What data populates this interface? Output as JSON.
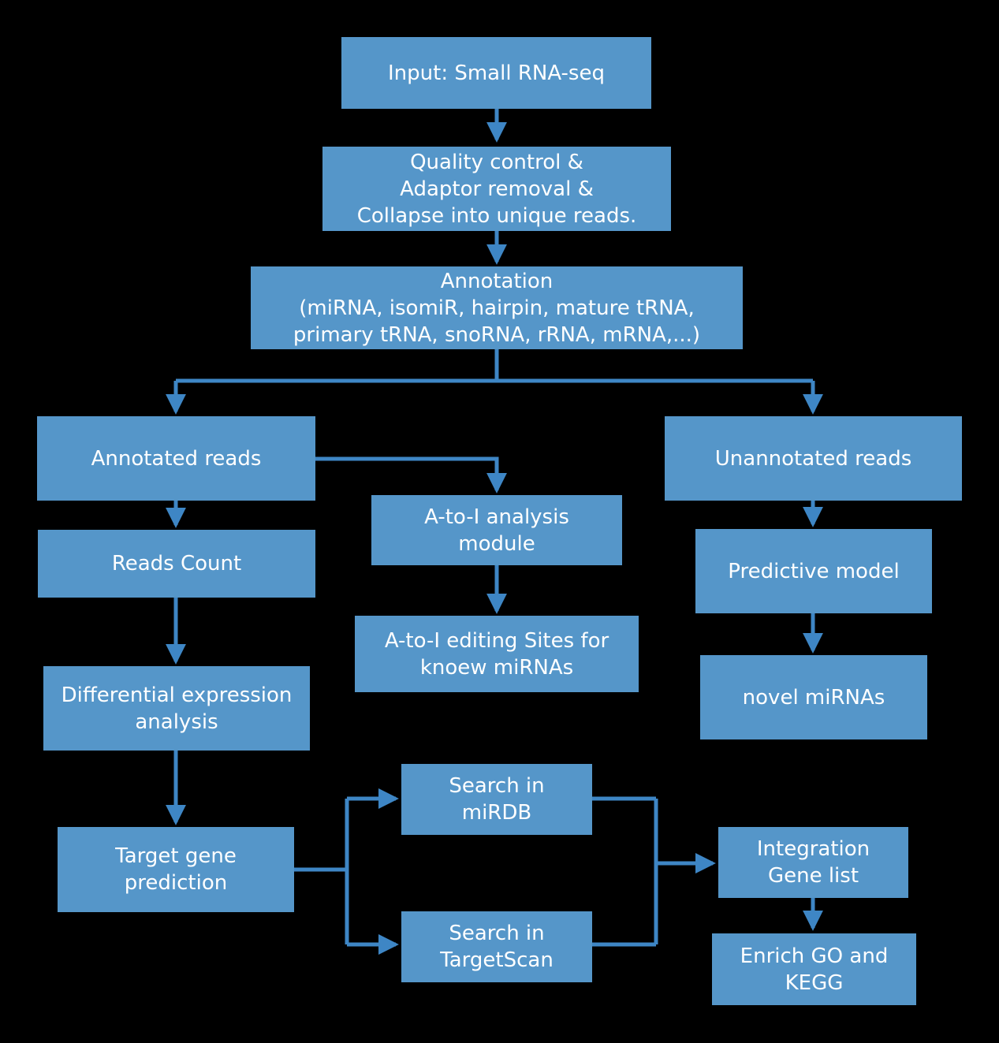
{
  "diagram": {
    "colors": {
      "background": "#000000",
      "box_fill": "#5596c9",
      "line": "#3e86c5",
      "text": "#ffffff"
    },
    "nodes": {
      "input": {
        "label": "Input: Small RNA-seq"
      },
      "qc": {
        "label": "Quality control &\nAdaptor removal &\nCollapse into unique reads."
      },
      "annotation": {
        "label": "Annotation\n(miRNA, isomiR, hairpin, mature tRNA,\nprimary tRNA, snoRNA, rRNA, mRNA,...)"
      },
      "annotated_reads": {
        "label": "Annotated reads"
      },
      "unannotated_reads": {
        "label": "Unannotated reads"
      },
      "a_to_i_module": {
        "label": "A-to-I analysis\nmodule"
      },
      "reads_count": {
        "label": "Reads Count"
      },
      "predictive_model": {
        "label": "Predictive model"
      },
      "a_to_i_editing_sites": {
        "label": "A-to-I editing Sites for\nknoew miRNAs"
      },
      "differential_expression": {
        "label": "Differential expression\nanalysis"
      },
      "novel_mirnas": {
        "label": "novel miRNAs"
      },
      "target_gene_prediction": {
        "label": "Target gene\nprediction"
      },
      "search_mirdb": {
        "label": "Search in\nmiRDB"
      },
      "search_targetscan": {
        "label": "Search in\nTargetScan"
      },
      "integration_gene_list": {
        "label": "Integration\nGene list"
      },
      "enrich_go_kegg": {
        "label": "Enrich GO and\nKEGG"
      }
    },
    "edges": [
      {
        "from": "input",
        "to": "qc"
      },
      {
        "from": "qc",
        "to": "annotation"
      },
      {
        "from": "annotation",
        "to": "annotated_reads"
      },
      {
        "from": "annotation",
        "to": "unannotated_reads"
      },
      {
        "from": "annotated_reads",
        "to": "a_to_i_module"
      },
      {
        "from": "annotated_reads",
        "to": "reads_count"
      },
      {
        "from": "unannotated_reads",
        "to": "predictive_model"
      },
      {
        "from": "a_to_i_module",
        "to": "a_to_i_editing_sites"
      },
      {
        "from": "reads_count",
        "to": "differential_expression"
      },
      {
        "from": "predictive_model",
        "to": "novel_mirnas"
      },
      {
        "from": "differential_expression",
        "to": "target_gene_prediction"
      },
      {
        "from": "target_gene_prediction",
        "to": "search_mirdb"
      },
      {
        "from": "target_gene_prediction",
        "to": "search_targetscan"
      },
      {
        "from": "search_mirdb",
        "to": "integration_gene_list"
      },
      {
        "from": "search_targetscan",
        "to": "integration_gene_list"
      },
      {
        "from": "integration_gene_list",
        "to": "enrich_go_kegg"
      }
    ]
  }
}
